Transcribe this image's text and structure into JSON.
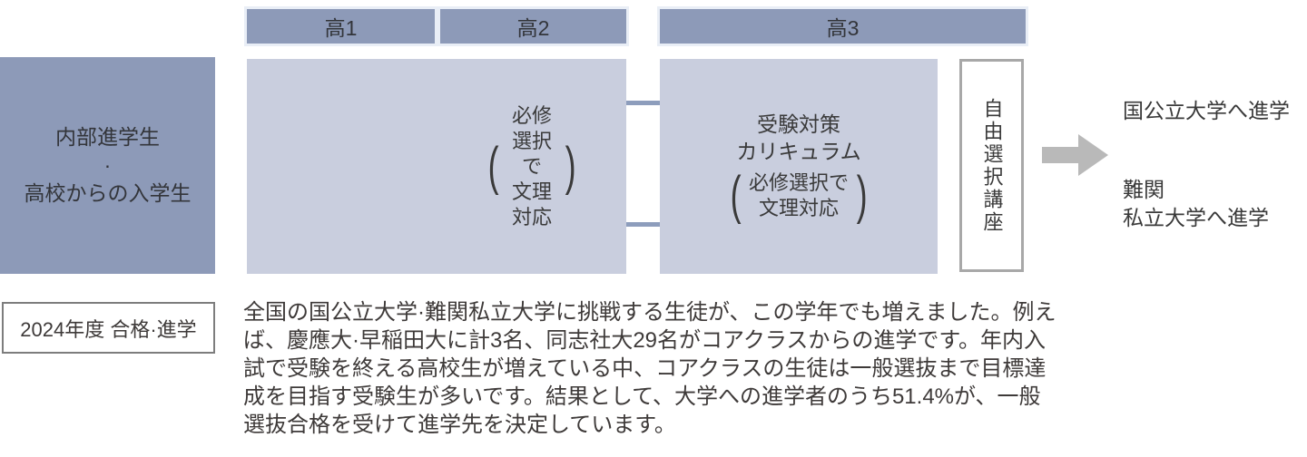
{
  "diagram": {
    "headers": [
      {
        "label": "高1"
      },
      {
        "label": "高2"
      },
      {
        "label": "高3"
      }
    ],
    "entry_box": {
      "text": "内部進学生\n·\n高校からの入学生"
    },
    "paren_open": "(",
    "paren_close": ")",
    "h1h2_box": {
      "note": "必修選択で\n文理対応"
    },
    "h3_box": {
      "title": "受験対策\nカリキュラム",
      "note": "必修選択で\n文理対応"
    },
    "free_box": {
      "label": "自由選択講座"
    },
    "arrow_icon": "right-arrow",
    "outcomes": [
      {
        "label": "国公立大学へ進学"
      },
      {
        "label": "難関\n私立大学へ進学"
      }
    ]
  },
  "results": {
    "badge": "2024年度 合格·進学",
    "paragraph": "全国の国公立大学·難関私立大学に挑戦する生徒が、この学年でも増えました。例え\nば、慶應大·早稲田大に計3名、同志社大29名がコアクラスからの進学です。年内入\n試で受験を終える高校生が増えている中、コアクラスの生徒は一般選抜まで目標達\n成を目指す受験生が多いです。結果として、大学への進学者のうち51.4%が、一般\n選抜合格を受けて進学先を決定しています。"
  },
  "colors": {
    "blue_dark": "#8d9ab8",
    "blue_light": "#c9cede",
    "connector": "#8d9dbc",
    "header_border": "#e9eef6",
    "free_box_border": "#a8a8a8",
    "badge_border": "#7d7d7d",
    "arrow_gray": "#b9b9b9",
    "text": "#3a3a3a"
  }
}
